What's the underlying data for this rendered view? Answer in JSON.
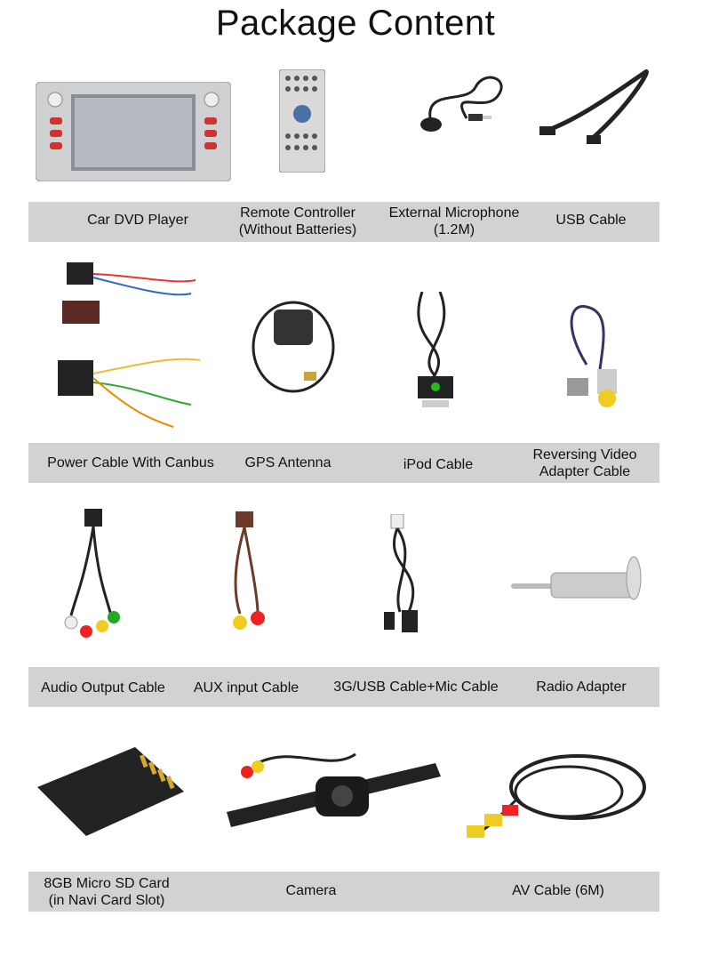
{
  "title": "Package Content",
  "rows": [
    {
      "items": [
        "Car DVD Player",
        "Remote Controller\n(Without Batteries)",
        "External Microphone\n(1.2M)",
        "USB Cable"
      ]
    },
    {
      "items": [
        "Power Cable With Canbus",
        "GPS Antenna",
        "iPod Cable",
        "Reversing Video\nAdapter Cable"
      ]
    },
    {
      "items": [
        "Audio Output Cable",
        "AUX input Cable",
        "3G/USB Cable+Mic Cable",
        "Radio Adapter"
      ]
    },
    {
      "items": [
        "8GB Micro SD Card\n(in Navi Card Slot)",
        "Camera",
        "AV Cable (6M)"
      ]
    }
  ]
}
